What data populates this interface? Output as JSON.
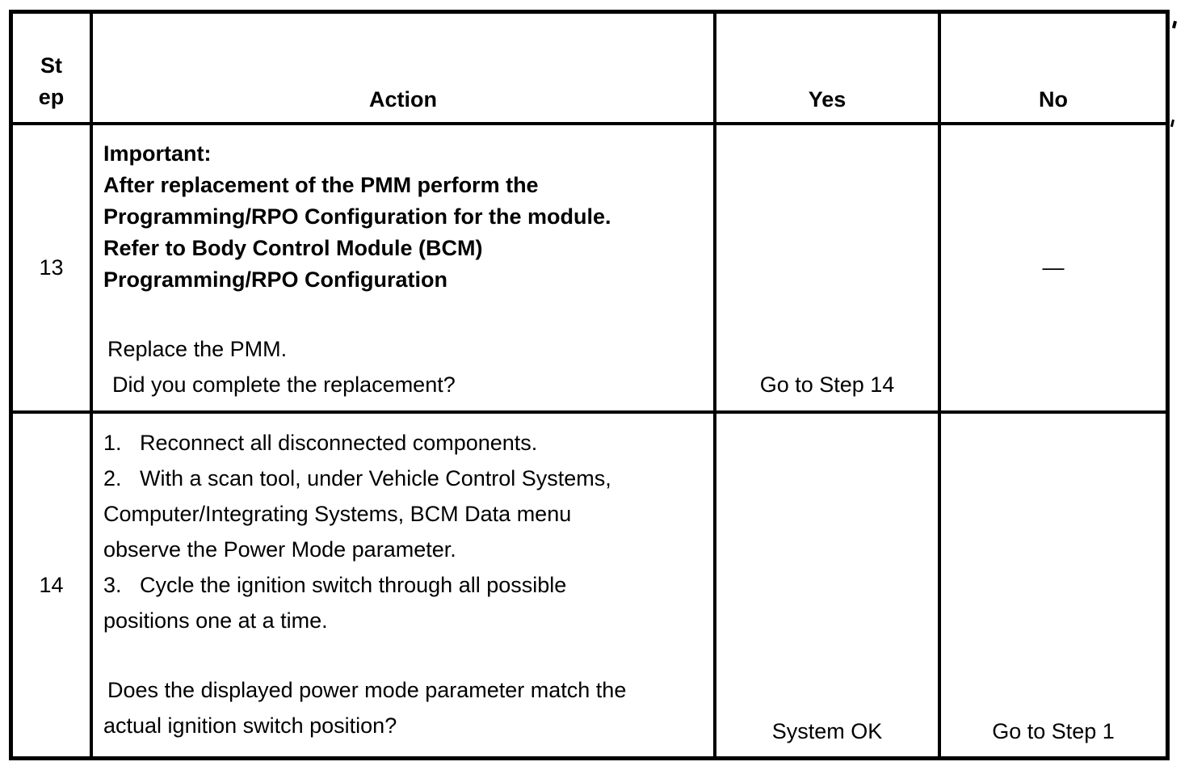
{
  "table": {
    "header": {
      "step_line1": "St",
      "step_line2": "ep",
      "action": "Action",
      "yes": "Yes",
      "no": "No"
    },
    "rows": [
      {
        "step": "13",
        "important": [
          "Important:",
          "After replacement of the PMM perform the",
          "Programming/RPO Configuration for the module.",
          "Refer to Body Control Module (BCM)",
          "Programming/RPO Configuration"
        ],
        "statement": "Replace the PMM.",
        "question": "Did you complete the replacement?",
        "yes": "Go to Step 14",
        "no": "—"
      },
      {
        "step": "14",
        "list": [
          {
            "num": "1.",
            "text": "Reconnect all disconnected components."
          },
          {
            "num": "2.",
            "text": "With a scan tool, under Vehicle Control Systems,"
          },
          {
            "num": "",
            "text": "Computer/Integrating Systems, BCM Data menu"
          },
          {
            "num": "",
            "text": "observe the Power Mode parameter."
          },
          {
            "num": "3.",
            "text": "Cycle the ignition switch through all possible"
          },
          {
            "num": "",
            "text": "positions one at a time."
          }
        ],
        "question_lines": [
          "Does the displayed power mode parameter match the",
          "actual ignition switch position?"
        ],
        "yes": "System OK",
        "no": "Go to Step 1"
      }
    ]
  }
}
